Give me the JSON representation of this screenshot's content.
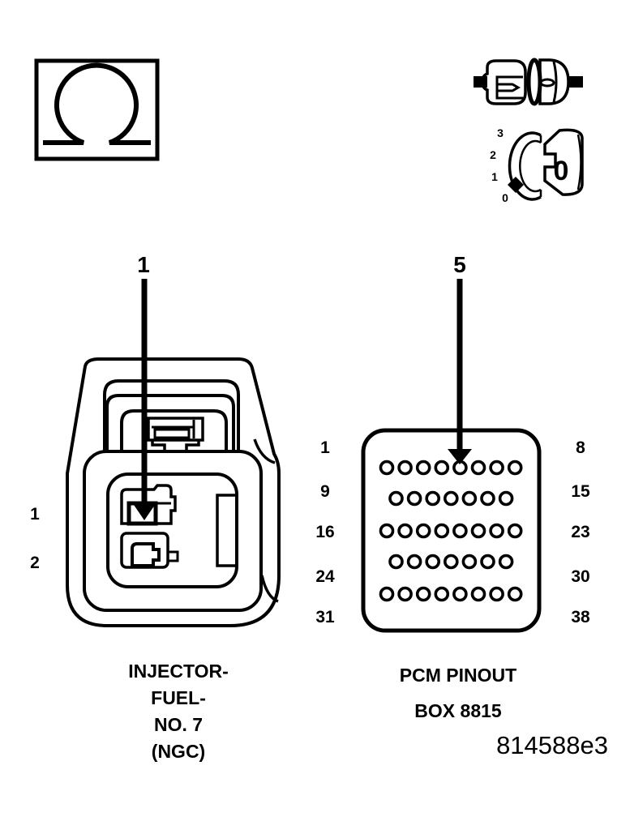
{
  "palette": {
    "ink": "#000000",
    "paper": "#ffffff"
  },
  "symbols": {
    "resistance_box": {
      "description": "omega-symbol-in-box"
    },
    "connector_pair": {
      "description": "disconnected-in-line-connector"
    },
    "meter_dial": {
      "description": "ohmmeter-rotary-dial",
      "scale_ticks": [
        "3",
        "2",
        "1",
        "0"
      ],
      "selected_value": "0"
    }
  },
  "injector_connector": {
    "callout_number": "1",
    "cavity_labels": [
      "1",
      "2"
    ],
    "caption_lines": [
      "INJECTOR-",
      "FUEL-",
      "NO. 7",
      "(NGC)"
    ]
  },
  "pcm_connector": {
    "callout_number": "5",
    "pins_per_row": [
      8,
      7,
      8,
      7,
      8
    ],
    "row_start_labels": [
      "1",
      "9",
      "16",
      "24",
      "31"
    ],
    "row_end_labels": [
      "8",
      "15",
      "23",
      "30",
      "38"
    ],
    "caption_lines": [
      "PCM PINOUT",
      "BOX 8815"
    ]
  },
  "figure_code": "814588e3"
}
